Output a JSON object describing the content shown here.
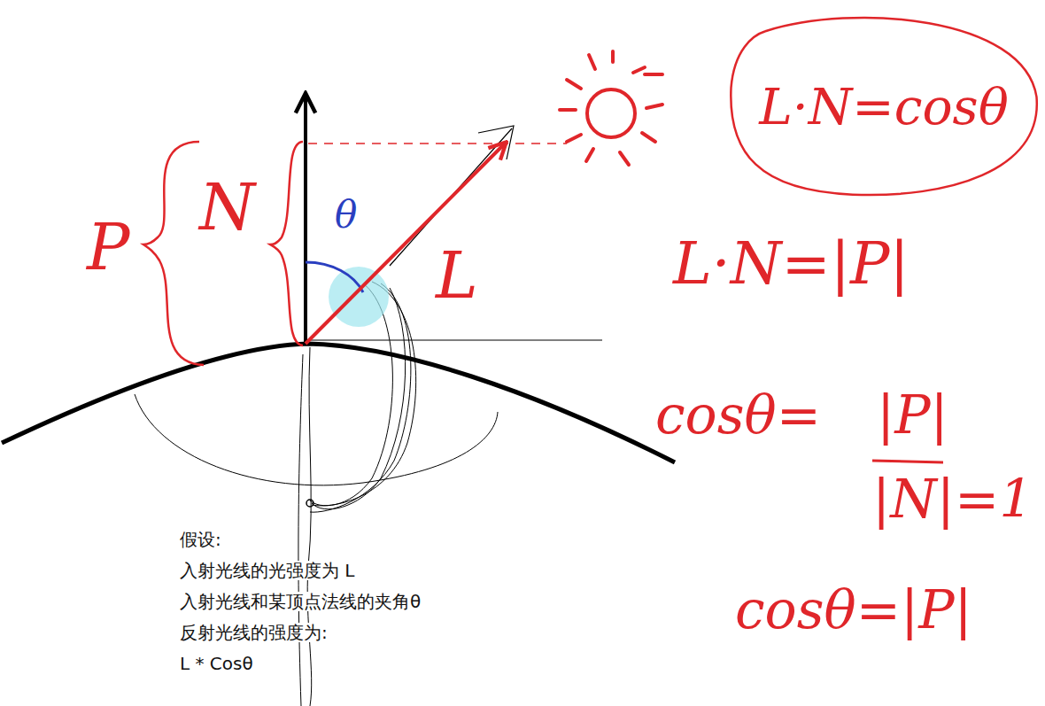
{
  "diagram": {
    "nodes": [
      {
        "text": [
          "L·N=cosθ"
        ]
      }
    ],
    "labels": [
      "P",
      "N",
      "θ",
      "L",
      "L·N=|P|",
      "cosθ=",
      "|P|",
      "|N|=1",
      "cosθ=|P|",
      "假设:",
      "入射光线的光强度为 L",
      "入射光线和某顶点法线的夹角θ",
      "反射光线的强度为:",
      "L * Cosθ"
    ]
  }
}
